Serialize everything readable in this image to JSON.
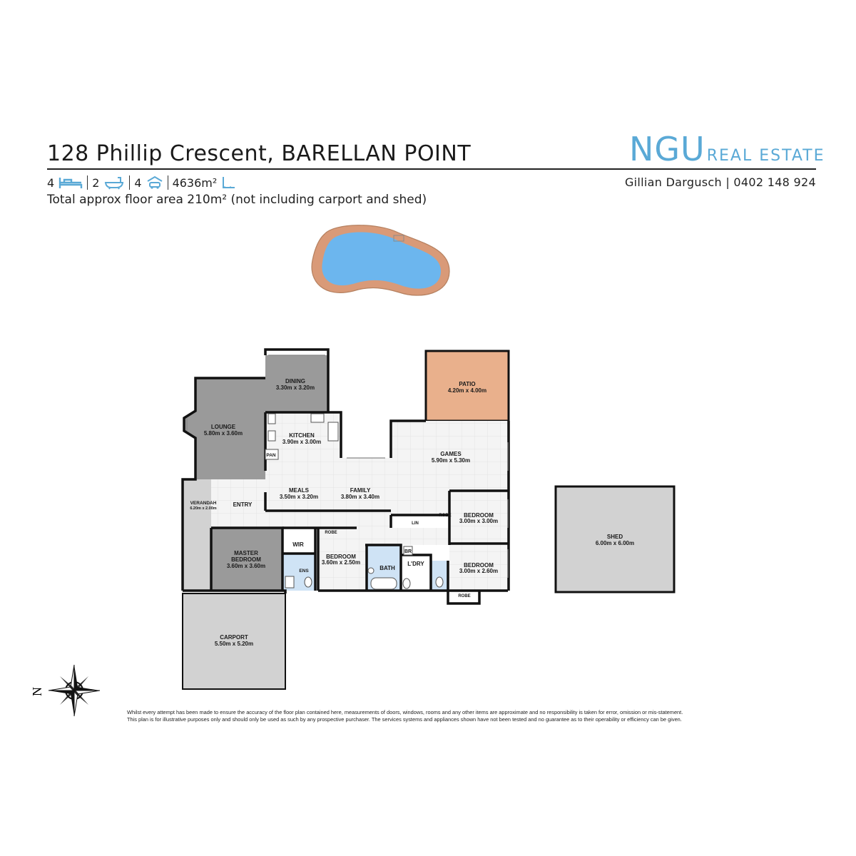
{
  "header": {
    "address": "128 Phillip Crescent, BARELLAN POINT",
    "bedrooms": "4",
    "bathrooms": "2",
    "car_spaces": "4",
    "land_area": "4636m²",
    "floor_area_note": "Total approx floor area 210m² (not including carport and shed)",
    "icons": [
      "bed-icon",
      "bath-icon",
      "car-icon",
      "land-icon"
    ]
  },
  "brand": {
    "name_main": "NGU",
    "name_sub": "REAL ESTATE",
    "agent": "Gillian Dargusch | 0402 148 924",
    "color": "#5aa9d6"
  },
  "rooms": {
    "dining": {
      "label": "DINING",
      "size": "3.30m  x 3.20m"
    },
    "lounge": {
      "label": "LOUNGE",
      "size": "5.80m  x 3.60m"
    },
    "kitchen": {
      "label": "KITCHEN",
      "size": "3.90m  x 3.00m"
    },
    "pan": {
      "label": "PAN"
    },
    "patio": {
      "label": "PATIO",
      "size": "4.20m  x 4.00m"
    },
    "games": {
      "label": "GAMES",
      "size": "5.90m  x 5.30m"
    },
    "meals": {
      "label": "MEALS",
      "size": "3.50m  x 3.20m"
    },
    "family": {
      "label": "FAMILY",
      "size": "3.80m  x 3.40m"
    },
    "verandah": {
      "label": "VERANDAH",
      "size": "6.20m  x 2.00m"
    },
    "entry": {
      "label": "ENTRY"
    },
    "master": {
      "label_line1": "MASTER",
      "label_line2": "BEDROOM",
      "size": "3.60m  x 3.60m"
    },
    "wir": {
      "label": "WIR"
    },
    "ens": {
      "label": "ENS"
    },
    "robe1": {
      "label": "ROBE"
    },
    "bedroom2": {
      "label": "BEDROOM",
      "size": "3.60m  x 2.50m"
    },
    "bath": {
      "label": "BATH"
    },
    "br": {
      "label": "BR"
    },
    "ldry": {
      "label": "L'DRY"
    },
    "lin": {
      "label": "LIN"
    },
    "robe2": {
      "label": "ROBE"
    },
    "bedroom3": {
      "label": "BEDROOM",
      "size": "3.00m  x 3.00m"
    },
    "bedroom4": {
      "label": "BEDROOM",
      "size": "3.00m  x 2.60m"
    },
    "robe3": {
      "label": "ROBE"
    },
    "shed": {
      "label": "SHED",
      "size": "6.00m  x 6.00m"
    },
    "carport": {
      "label": "CARPORT",
      "size": "5.50m  x 5.20m"
    }
  },
  "compass": {
    "north_label": "N"
  },
  "colors": {
    "living_dark": "#9a9a9a",
    "outdoor_grey": "#d2d2d2",
    "patio": "#e9b08c",
    "wet_area": "#cfe3f5",
    "pool_water": "#6cb6ee",
    "pool_edge": "#d99a78",
    "wall": "#111111"
  },
  "disclaimer": {
    "line1": "Whilst every attempt has been made to ensure the accuracy of the floor plan contained here, measurements of doors, windows, rooms and any other items are approximate and no responsibility is taken for error, omission or mis-statement.",
    "line2": "This plan is for illustrative purposes only and should only be used as such by any prospective purchaser. The services systems and appliances shown have not been tested and no guarantee as to their operability or efficiency can be given."
  }
}
